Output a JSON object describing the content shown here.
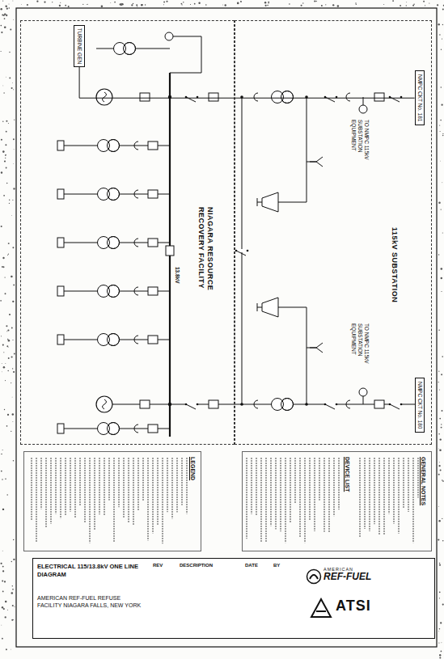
{
  "diagram": {
    "nodes": [
      {
        "text": [
          "115kV SUBSTATION"
        ]
      },
      {
        "text": [
          "NMPC CKT No. 181"
        ],
        "in": 0
      },
      {
        "text": [
          "NMPC CKT No. 180"
        ],
        "in": 0
      },
      {
        "text": [
          "NIAGARA RESOURCE RECOVERY FACILITY"
        ]
      },
      {
        "text": [
          "TURBINE GEN"
        ],
        "in": 3
      },
      {
        "text": [
          "GENERAL NOTES",
          "DEVICE LIST"
        ]
      },
      {
        "text": [
          "LEGEND"
        ]
      },
      {
        "text": [
          "ELECTRICAL 115/13.8kV ONE LINE DIAGRAM",
          "AMERICAN REF-FUEL REFUSE FACILITY NIAGARA FALLS, NEW YORK"
        ]
      },
      {
        "text": [
          "AMERICAN",
          "REF-FUEL"
        ],
        "in": 7
      },
      {
        "text": [
          "ATSI"
        ],
        "in": 7
      }
    ],
    "edges": [
      {
        "from": 1,
        "to": 4,
        "arrow": "none"
      }
    ],
    "labels": [
      "TO NMPC 115kV SUBSTATION EQUIPMENT",
      "TO NMPC 115kV SUBSTATION EQUIPMENT",
      "13.8kV",
      "REV",
      "DESCRIPTION",
      "DATE",
      "BY"
    ]
  }
}
